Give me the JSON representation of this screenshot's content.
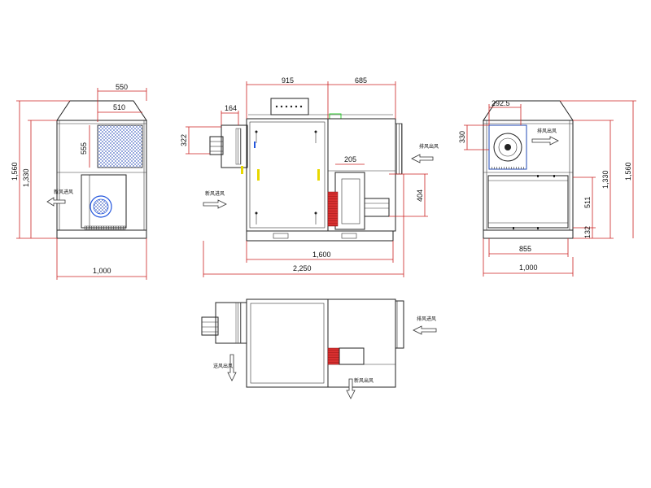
{
  "dimensions": {
    "front": {
      "w550": "550",
      "w510": "510",
      "h555": "555",
      "h1560": "1,560",
      "h1330": "1,330",
      "w1000": "1,000"
    },
    "side": {
      "w915": "915",
      "w685": "685",
      "w164": "164",
      "h322": "322",
      "w205": "205",
      "h404": "404",
      "w1600": "1,600",
      "w2250": "2,250"
    },
    "right": {
      "w292": "292.5",
      "h330": "330",
      "h1330": "1,330",
      "h1560": "1,560",
      "h511": "511",
      "h132": "132",
      "w855": "855",
      "w1000": "1,000"
    }
  },
  "labels": {
    "front_inlet": "新风进风",
    "side_inlet": "新风进风",
    "side_outlet": "排风出风",
    "right_outlet": "排风出风",
    "plan_inlet": "排风进风",
    "plan_out1": "送风出风",
    "plan_out2": "新风出风"
  },
  "colors": {
    "line": "#222222",
    "dimension": "#cc2222",
    "heater": "#d83030",
    "fan": "#2255dd",
    "filter": "#3366cc",
    "accent_green": "#33cc33",
    "accent_yellow": "#e8d800"
  }
}
